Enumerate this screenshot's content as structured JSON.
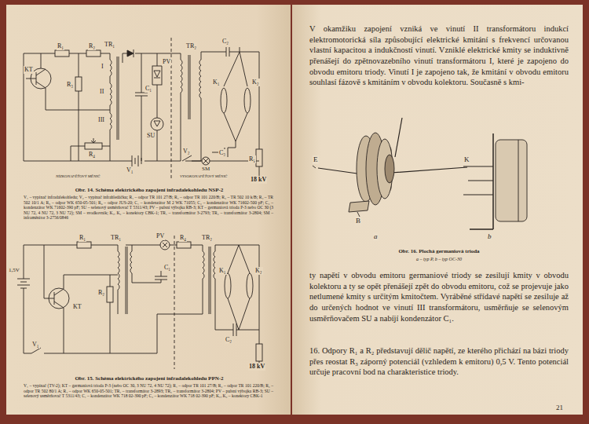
{
  "diagram": {
    "labels": [
      "R₁",
      "R₂",
      "TR₁",
      "KT",
      "I",
      "II",
      "III",
      "R₃",
      "R₄",
      "V₁",
      "C₁",
      "PV",
      "SU",
      "TR₂",
      "C₂",
      "K₁",
      "K₂",
      "V₂",
      "SM",
      "C₃",
      "R₅",
      "18 kV",
      "NÍZKONAPĚŤOVÝ MĚNIČ",
      "VYSOKONAPĚŤOVÝ MĚNIČ",
      "Obr. 14. Schéma elektrického zapojení infradalekohledu NSP-2",
      "V₁ – vypínač infradalekohledu; V₂ – vypínač infrahledáčku; R₁ – odpor TR 101 27/B; R₂ – odpor TR 101 220/B; R₃ – TR 502 10 k/B; R₄ – TR 502 10/1 A; R₅ – odpor WK 650-05-501; R₆ – odpor JUS-20; C₁ – kondenzátor M 2 WK 71055; C₂ – kondenzátor WK 71602-500 pF; C₃ – kondenzátor WK 71602-390 pF; SU – selenový usměrňovač T 5311/43; PV – pulsní výbojka RB-3; KT – germaniová trioda P-3 nebo OC 30 (3 NU 72, 4 NU 72, 3 NU 72); SM – svodkovník; K₁, K₂ – konektory CBK-1; TR₁ – transformátor 3-2793; TR₂ – transformátor 3-2804; SM – inframěnitor 3-2756/0846",
      "R₁",
      "TR₁",
      "TR₂",
      "PV",
      "R₄",
      "KT",
      "1,5V",
      "R₂",
      "C₁",
      "K₁",
      "K₂",
      "C₂",
      "V₁",
      "18 kV",
      "Obr. 15. Schéma elektrického zapojení infradalekohledu PPN-2",
      "V₁ – vypínač (TV-2); KT – germaniová trioda P-3 (nebo OC 30, 3 NU 72, 4 NU 72); R₁ – odpor TR 101 27/B; R₂ – odpor TR 101 220/B; R₃ – odpor TR 502 80/1 A; R₄ – odpor WK 650-05-501; TR₁ – transformátor 3-2893; TR₂ – transformátor 3-2804; PV – pulsní výbojka RB-3; SU – selenový usměrňovač T 5311/43; C₁ – kondenzátor WK 718 02-390 pF; C₂ – kondenzátor WK 718 02-390 pF; K₁, K₂ – konektory CBK-1",
      "V okamžiku zapojení vzniká ve vinutí II transformátoru indukcí elektromotorická síla způsobující elektrické kmitání s frekvencí určovanou vlastní kapacitou a indukčností vinutí. Vzniklé elektrické kmity se induktivně přenášejí do zpětnovazebního vinutí transformátoru I, které je zapojeno do obvodu emitoru triody. Vinutí I je zapojeno tak, že kmitání v obvodu emitoru souhlasí fázově s kmitáním v obvodu kolektoru. Současně s kmi-",
      "E",
      "K",
      "B",
      "a",
      "b",
      "Obr. 16. Plochá germaniová trioda",
      "a – typ P, b – typ OC-30",
      "ty napětí v obvodu emitoru germaniové triody se zesilují kmity v obvodu kolektoru a ty se opět přenášejí zpět do obvodu emitoru, což se projevuje jako netlumené kmity s určitým kmitočtem. Vyráběné střídavé napětí se zesiluje až do určených hodnot ve vinutí III transformátoru, usměrňuje se selenovým usměrňovačem SU a nabíjí kondenzátor C₁.",
      "16. Odpory R₁ a R₂ představují dělič napětí, ze kterého přichází na bázi triody přes reostat R₃ záporný potenciál (vzhledem k emitoru) 0,5 V. Tento potenciál určuje pracovní bod na charakteristice triody.",
      "21"
    ]
  }
}
